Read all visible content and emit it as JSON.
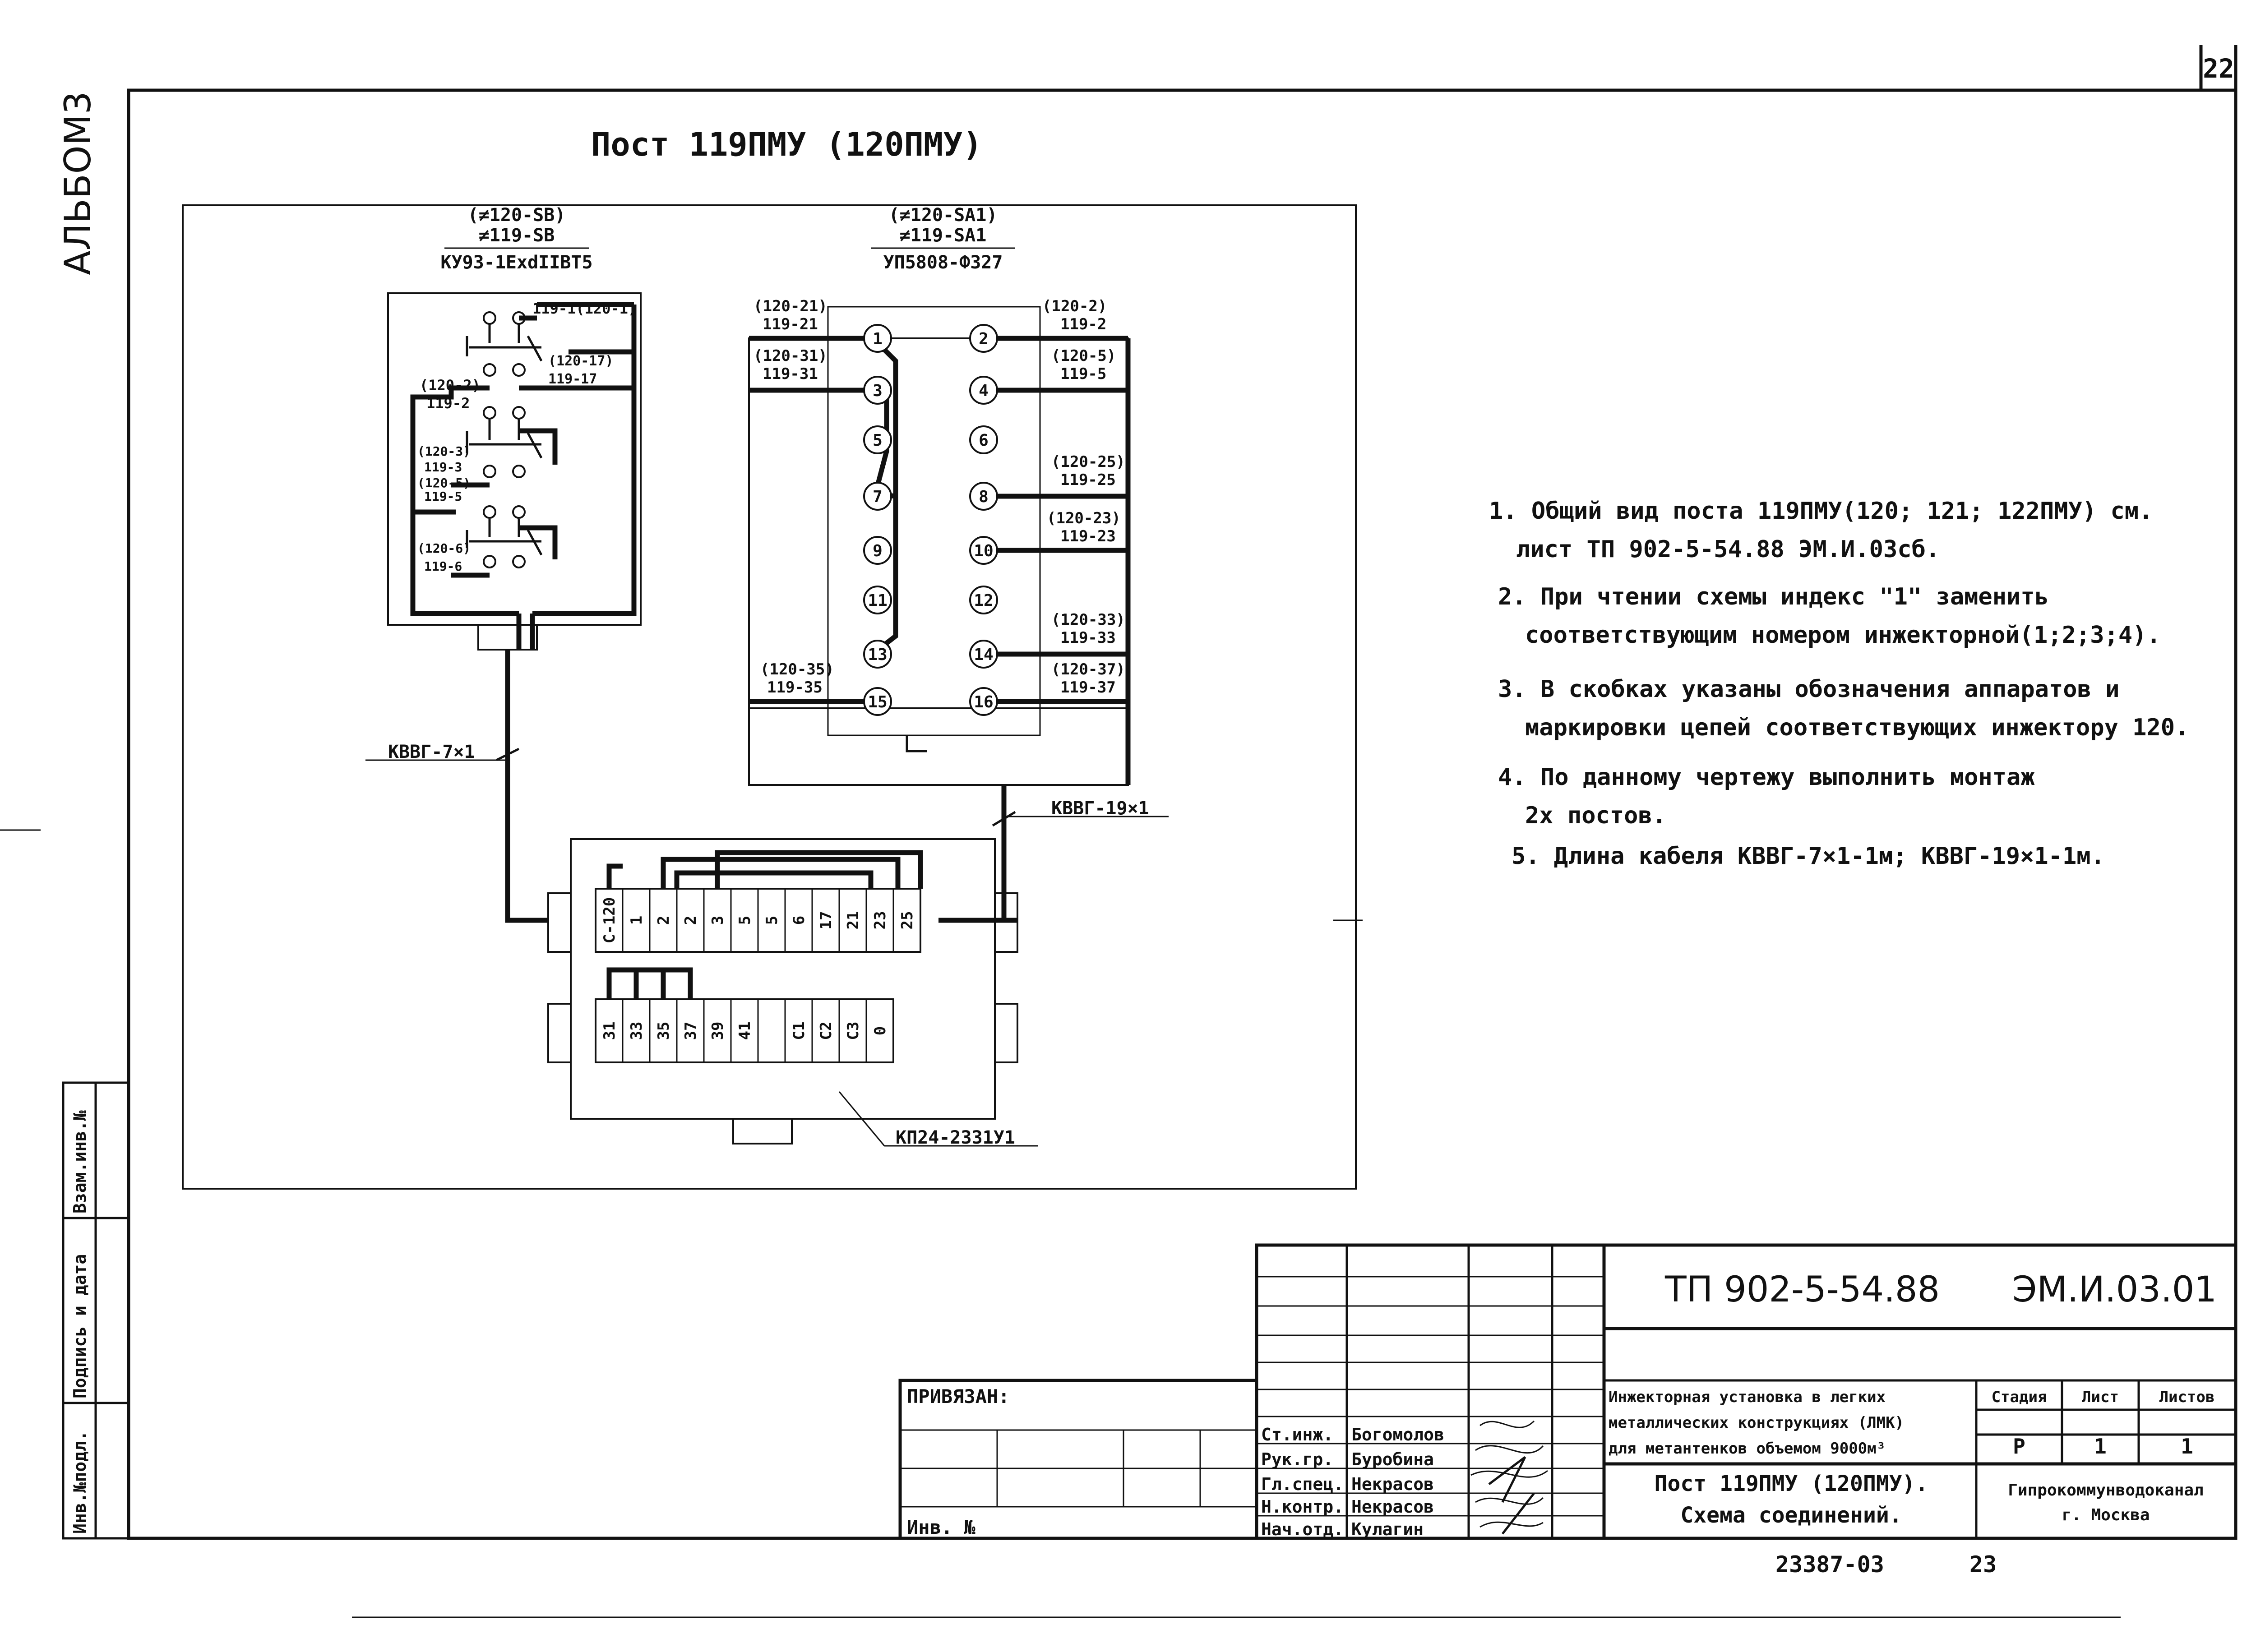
{
  "sheet": {
    "page_number": "22",
    "album": "АЛЬБОМ3",
    "title": "Пост 119ПМУ (120ПМУ)"
  },
  "devices": {
    "sb": {
      "label1": "(≠120-SB)",
      "label2": "≠119-SB",
      "label3": "КУ93-1ExdIIBT5"
    },
    "sa": {
      "label1": "(≠120-SA1)",
      "label2": "≠119-SA1",
      "label3": "УП5808-Ф327"
    },
    "box": {
      "label": "КП24-2331У1"
    }
  },
  "sb_wires": [
    {
      "text": "119-1(120-1)"
    },
    {
      "text": "(120-17)"
    },
    {
      "text": "119-17"
    },
    {
      "text": "(120-2)"
    },
    {
      "text": "119-2"
    },
    {
      "text": "(120-3)"
    },
    {
      "text": "119-3"
    },
    {
      "text": "(120-5)"
    },
    {
      "text": "119-5"
    },
    {
      "text": "(120-6)"
    },
    {
      "text": "119-6"
    }
  ],
  "sa_terminals": [
    "1",
    "2",
    "3",
    "4",
    "5",
    "6",
    "7",
    "8",
    "9",
    "10",
    "11",
    "12",
    "13",
    "14",
    "15",
    "16"
  ],
  "sa_wires_left": [
    {
      "l1": "(120-21)",
      "l2": "119-21"
    },
    {
      "l1": "(120-31)",
      "l2": "119-31"
    },
    {
      "l1": "(120-35)",
      "l2": "119-35"
    }
  ],
  "sa_wires_right": [
    {
      "l1": "(120-2)",
      "l2": "119-2"
    },
    {
      "l1": "(120-5)",
      "l2": "119-5"
    },
    {
      "l1": "(120-25)",
      "l2": "119-25"
    },
    {
      "l1": "(120-23)",
      "l2": "119-23"
    },
    {
      "l1": "(120-33)",
      "l2": "119-33"
    },
    {
      "l1": "(120-37)",
      "l2": "119-37"
    }
  ],
  "cables": {
    "c1": "КВВГ-7×1",
    "c2": "КВВГ-19×1"
  },
  "box_row1": [
    "С-120",
    "1",
    "2",
    "2",
    "3",
    "5",
    "5",
    "6",
    "17",
    "21",
    "23",
    "25"
  ],
  "box_row2": [
    "31",
    "33",
    "35",
    "37",
    "39",
    "41",
    "",
    "С1",
    "С2",
    "С3",
    "0"
  ],
  "notes": [
    {
      "l1": "1. Общий вид поста 119ПМУ(120; 121; 122ПМУ) см.",
      "l2": "лист ТП 902-5-54.88  ЭМ.И.03сб."
    },
    {
      "l1": "2. При чтении схемы индекс \"1\" заменить",
      "l2": "соответствующим номером инжекторной(1;2;3;4)."
    },
    {
      "l1": "3. В скобках  указаны обозначения аппаратов и",
      "l2": "маркировки цепей соответствующих инжектору 120."
    },
    {
      "l1": "4. По данному чертежу выполнить монтаж",
      "l2": "2х постов."
    },
    {
      "l1": "5. Длина кабеля  КВВГ-7×1-1м;  КВВГ-19×1-1м.",
      "l2": ""
    }
  ],
  "left_strip": [
    "Взам.инв.№",
    "Подпись и дата",
    "Инв.№подл."
  ],
  "title_block": {
    "project_code": "ТП 902-5-54.88",
    "doc_code": "ЭМ.И.03.01",
    "privyazan": "ПРИВЯЗАН:",
    "inv_no": "Инв. №",
    "roles": [
      "Ст.инж.",
      "Рук.гр.",
      "Гл.спец.",
      "Н.контр.",
      "Нач.отд."
    ],
    "names": [
      "Богомолов",
      "Буробина",
      "Некрасов",
      "Некрасов",
      "Кулагин"
    ],
    "desc1": "Инжекторная установка в легких",
    "desc2": "металлических конструкциях (ЛМК)",
    "desc3": "для метантенков объемом 9000м³",
    "stage_h": "Стадия",
    "sheet_h": "Лист",
    "sheets_h": "Листов",
    "stage": "Р",
    "sheet_no": "1",
    "sheets": "1",
    "dwg_title1": "Пост 119ПМУ (120ПМУ).",
    "dwg_title2": "Схема соединений.",
    "org1": "Гипрокоммунводоканал",
    "org2": "г. Москва"
  },
  "footer": {
    "archive": "23387-03",
    "page": "23"
  }
}
